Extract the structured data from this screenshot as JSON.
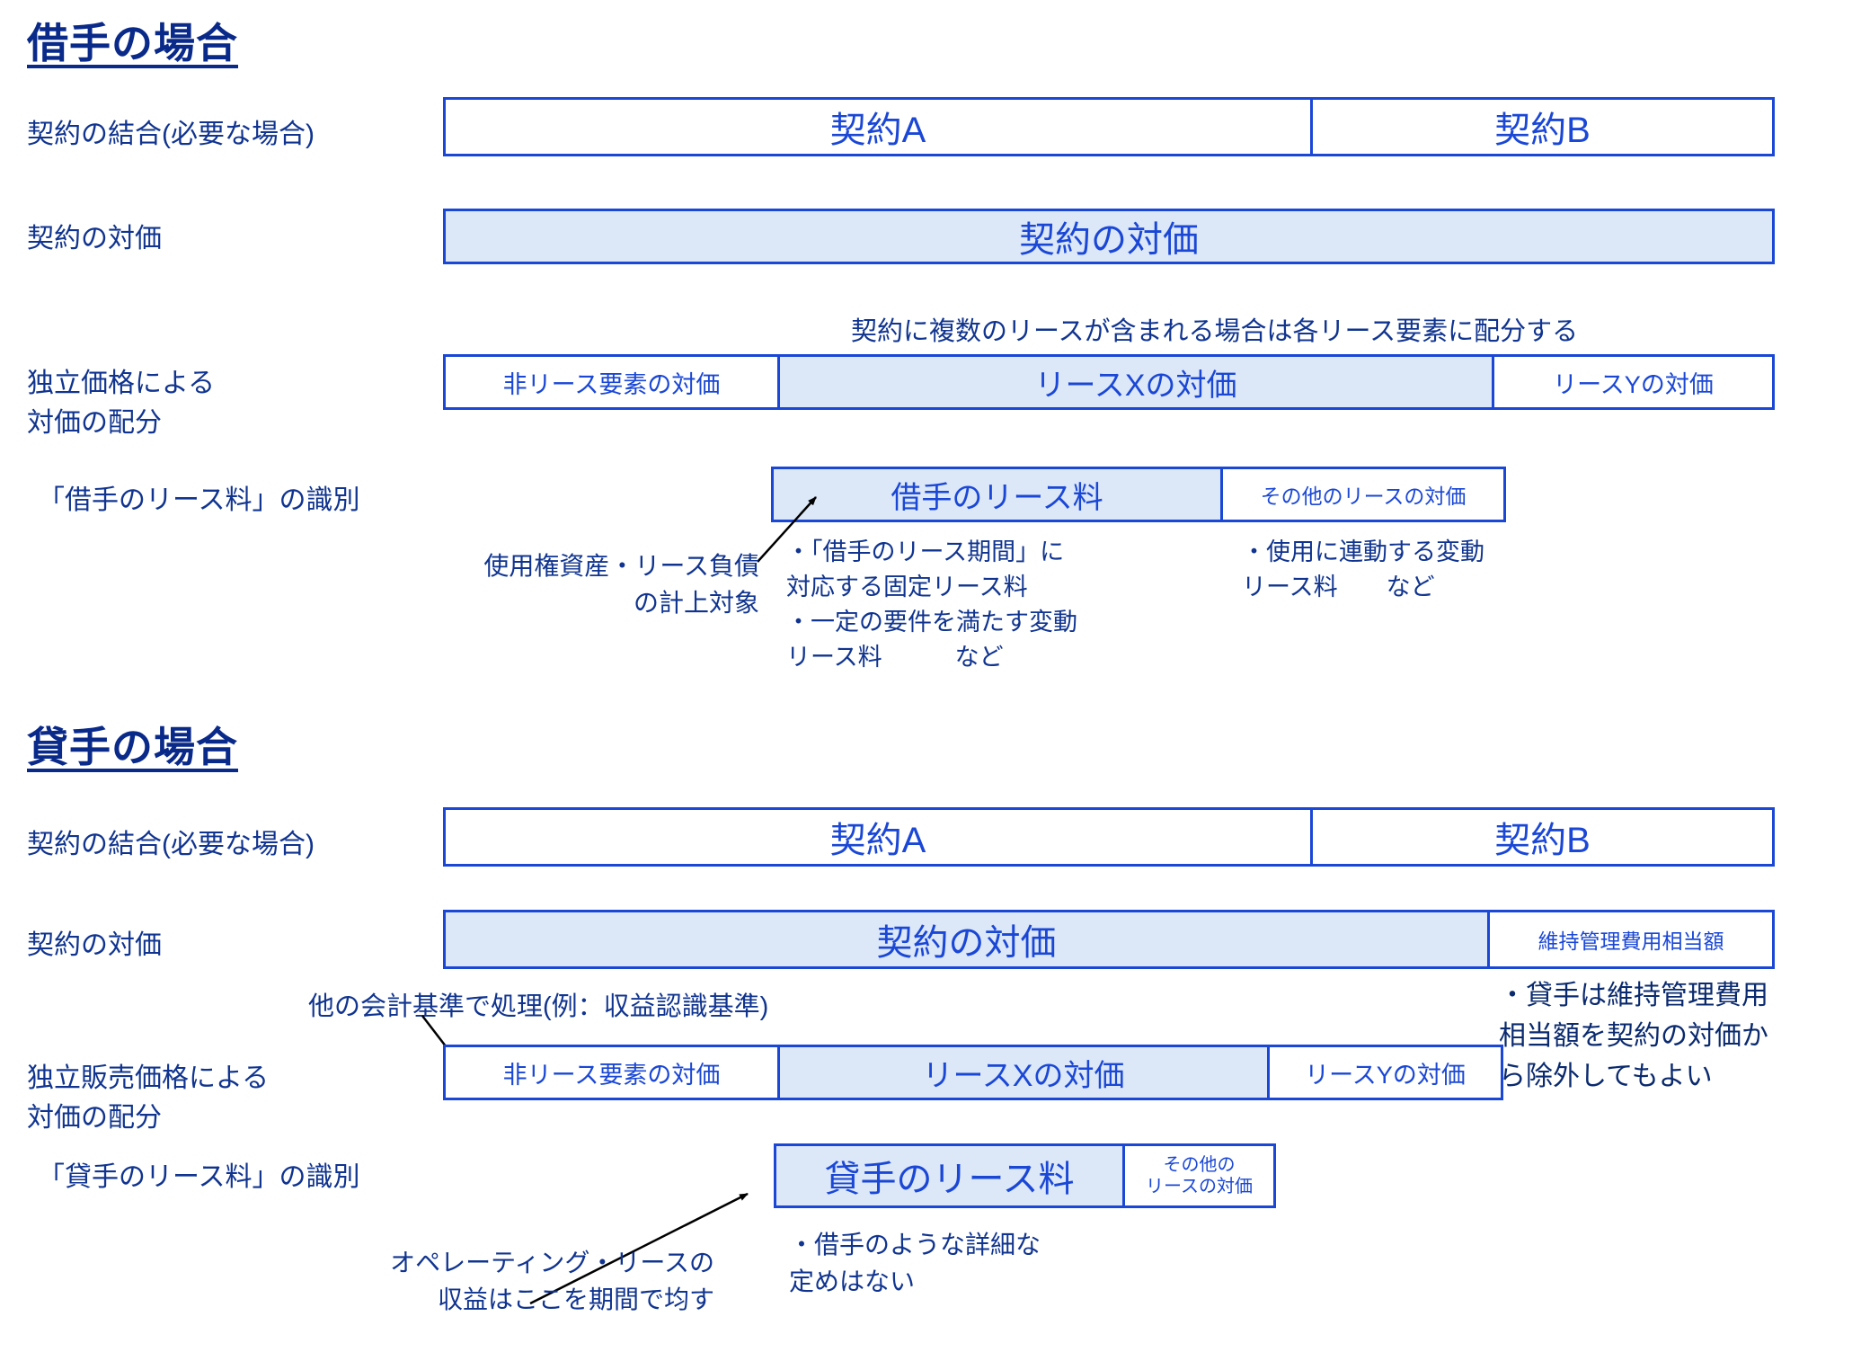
{
  "colors": {
    "heading": "#0a2a8a",
    "box_border": "#1a47d6",
    "box_fill": "#dce7f7",
    "box_text": "#1a47d6",
    "label_text": "#10348f",
    "arrow": "#000000"
  },
  "lessee": {
    "section_title": "借手の場合",
    "rows": {
      "combination_label": "契約の結合(必要な場合)",
      "consideration_label": "契約の対価",
      "allocation_label": "独立価格による\n対価の配分",
      "identification_label": "「借手のリース料」の識別"
    },
    "contracts": [
      {
        "label": "契約A"
      },
      {
        "label": "契約B"
      }
    ],
    "consideration": {
      "label": "契約の対価"
    },
    "allocation_note": "契約に複数のリースが含まれる場合は各リース要素に配分する",
    "allocation_cells": [
      {
        "label": "非リース要素の対価"
      },
      {
        "label": "リースXの対価"
      },
      {
        "label": "リースYの対価"
      }
    ],
    "lease_payment_cells": [
      {
        "label": "借手のリース料"
      },
      {
        "label": "その他のリースの対価"
      }
    ],
    "arrow_note": "使用権資産・リース負債\nの計上対象",
    "bullets_left": "・「借手のリース期間」に\n対応する固定リース料\n・一定の要件を満たす変動\nリース料　　　など",
    "bullets_right": "・使用に連動する変動\nリース料　　など"
  },
  "lessor": {
    "section_title": "貸手の場合",
    "rows": {
      "combination_label": "契約の結合(必要な場合)",
      "consideration_label": "契約の対価",
      "allocation_label": "独立販売価格による\n対価の配分",
      "identification_label": "「貸手のリース料」の識別"
    },
    "contracts": [
      {
        "label": "契約A"
      },
      {
        "label": "契約B"
      }
    ],
    "consideration_cells": [
      {
        "label": "契約の対価"
      },
      {
        "label": "維持管理費用相当額"
      }
    ],
    "maintenance_note": "・貸手は維持管理費用\n相当額を契約の対価か\nら除外してもよい",
    "other_standard_note": "他の会計基準で処理(例：収益認識基準)",
    "allocation_cells": [
      {
        "label": "非リース要素の対価"
      },
      {
        "label": "リースXの対価"
      },
      {
        "label": "リースYの対価"
      }
    ],
    "lease_payment_cells": [
      {
        "label": "貸手のリース料"
      },
      {
        "label": "その他の\nリースの対価"
      }
    ],
    "arrow_note": "オペレーティング・リースの\n収益はここを期間で均す",
    "bullets": "・借手のような詳細な\n定めはない"
  }
}
